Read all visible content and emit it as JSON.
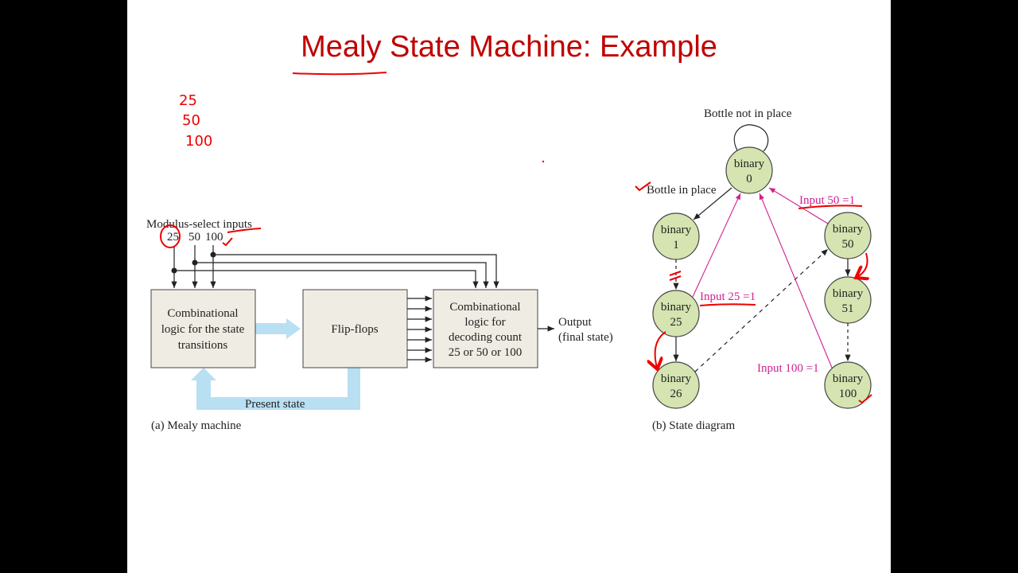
{
  "title": "Mealy State Machine: Example",
  "handwritten_notes": [
    "25",
    "50",
    "100"
  ],
  "colors": {
    "title": "#c00000",
    "box_fill": "#efece3",
    "state_fill": "#d5e4b0",
    "flow_arrow": "#b9dff3",
    "transition_pink": "#d0208f",
    "annotation_red": "#e00000"
  },
  "mealy": {
    "inputs_label": "Modulus-select inputs",
    "inputs": [
      "25",
      "50",
      "100"
    ],
    "box_transitions": [
      "Combinational",
      "logic for the state",
      "transitions"
    ],
    "box_flipflops": "Flip-flops",
    "box_decoder": [
      "Combinational",
      "logic for",
      "decoding count",
      "25 or 50 or 100"
    ],
    "output": [
      "Output",
      "(final state)"
    ],
    "feedback_label": "Present state",
    "caption": "(a)  Mealy machine"
  },
  "state_diagram": {
    "self_loop_label": "Bottle not in place",
    "bottle_in_place": "Bottle in place",
    "states": [
      {
        "id": "s0",
        "line1": "binary",
        "line2": "0"
      },
      {
        "id": "s1",
        "line1": "binary",
        "line2": "1"
      },
      {
        "id": "s25",
        "line1": "binary",
        "line2": "25"
      },
      {
        "id": "s26",
        "line1": "binary",
        "line2": "26"
      },
      {
        "id": "s50",
        "line1": "binary",
        "line2": "50"
      },
      {
        "id": "s51",
        "line1": "binary",
        "line2": "51"
      },
      {
        "id": "s100",
        "line1": "binary",
        "line2": "100"
      }
    ],
    "input25": "Input 25 =1",
    "input50": "Input 50 =1",
    "input100": "Input 100 =1",
    "caption": "(b)  State diagram"
  }
}
